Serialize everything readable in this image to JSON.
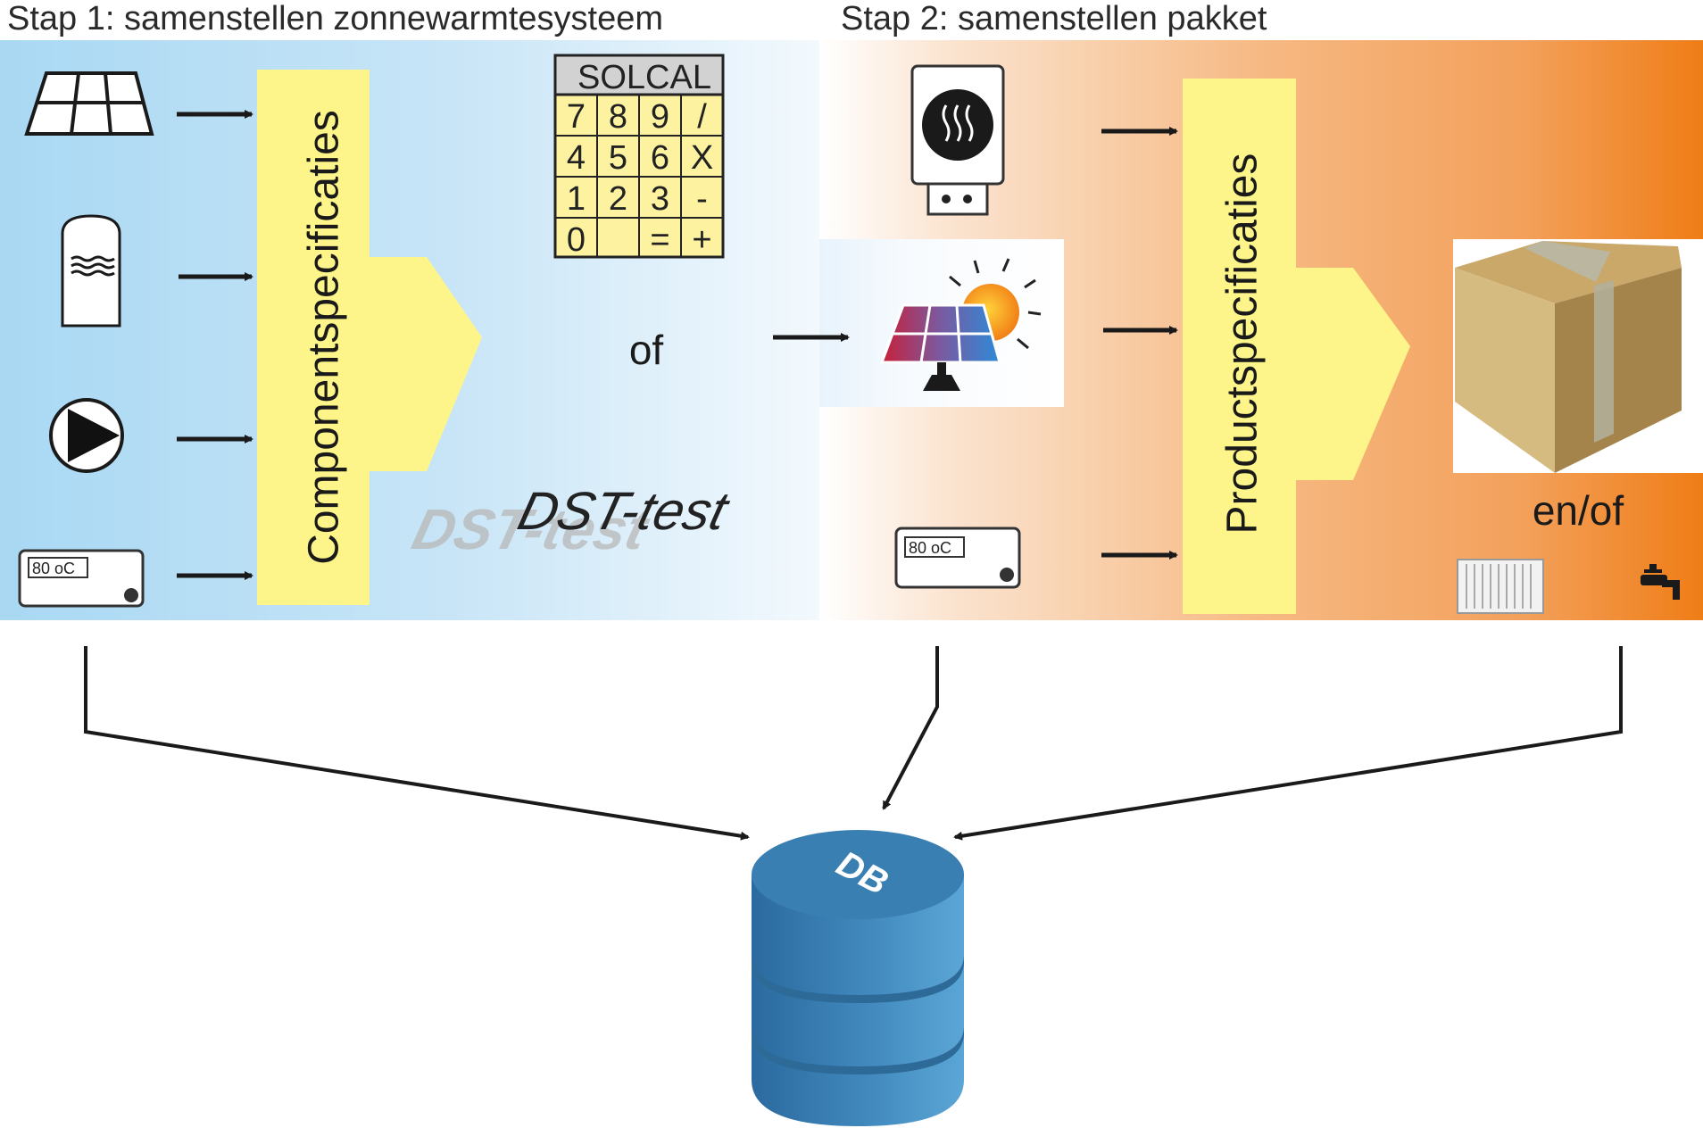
{
  "steps": {
    "step1": "Stap 1: samenstellen zonnewarmtesysteem",
    "step2": "Stap 2: samenstellen pakket"
  },
  "labels": {
    "component_specs": "Componentspecificaties",
    "product_specs": "Productspecificaties",
    "or": "of",
    "and_or": "en/of",
    "dst_test": "DST-test",
    "database": "DB"
  },
  "controller_display": "80 oC",
  "calculator": {
    "title": "SOLCAL",
    "keys": [
      "7",
      "8",
      "9",
      "/",
      "4",
      "5",
      "6",
      "X",
      "1",
      "2",
      "3",
      "-",
      "0",
      "",
      "=",
      "+"
    ]
  },
  "colors": {
    "step1_blue": "#a9d8f3",
    "step2_orange": "#f18a22",
    "spec_yellow": "#fdf58a",
    "db_blue": "#3a7fb2"
  },
  "icons": [
    "solar-collector-icon",
    "storage-tank-icon",
    "pump-icon",
    "controller-icon",
    "calculator-icon",
    "boiler-icon",
    "pv-panel-icon",
    "package-box-icon",
    "radiator-icon",
    "tap-icon",
    "database-icon"
  ]
}
